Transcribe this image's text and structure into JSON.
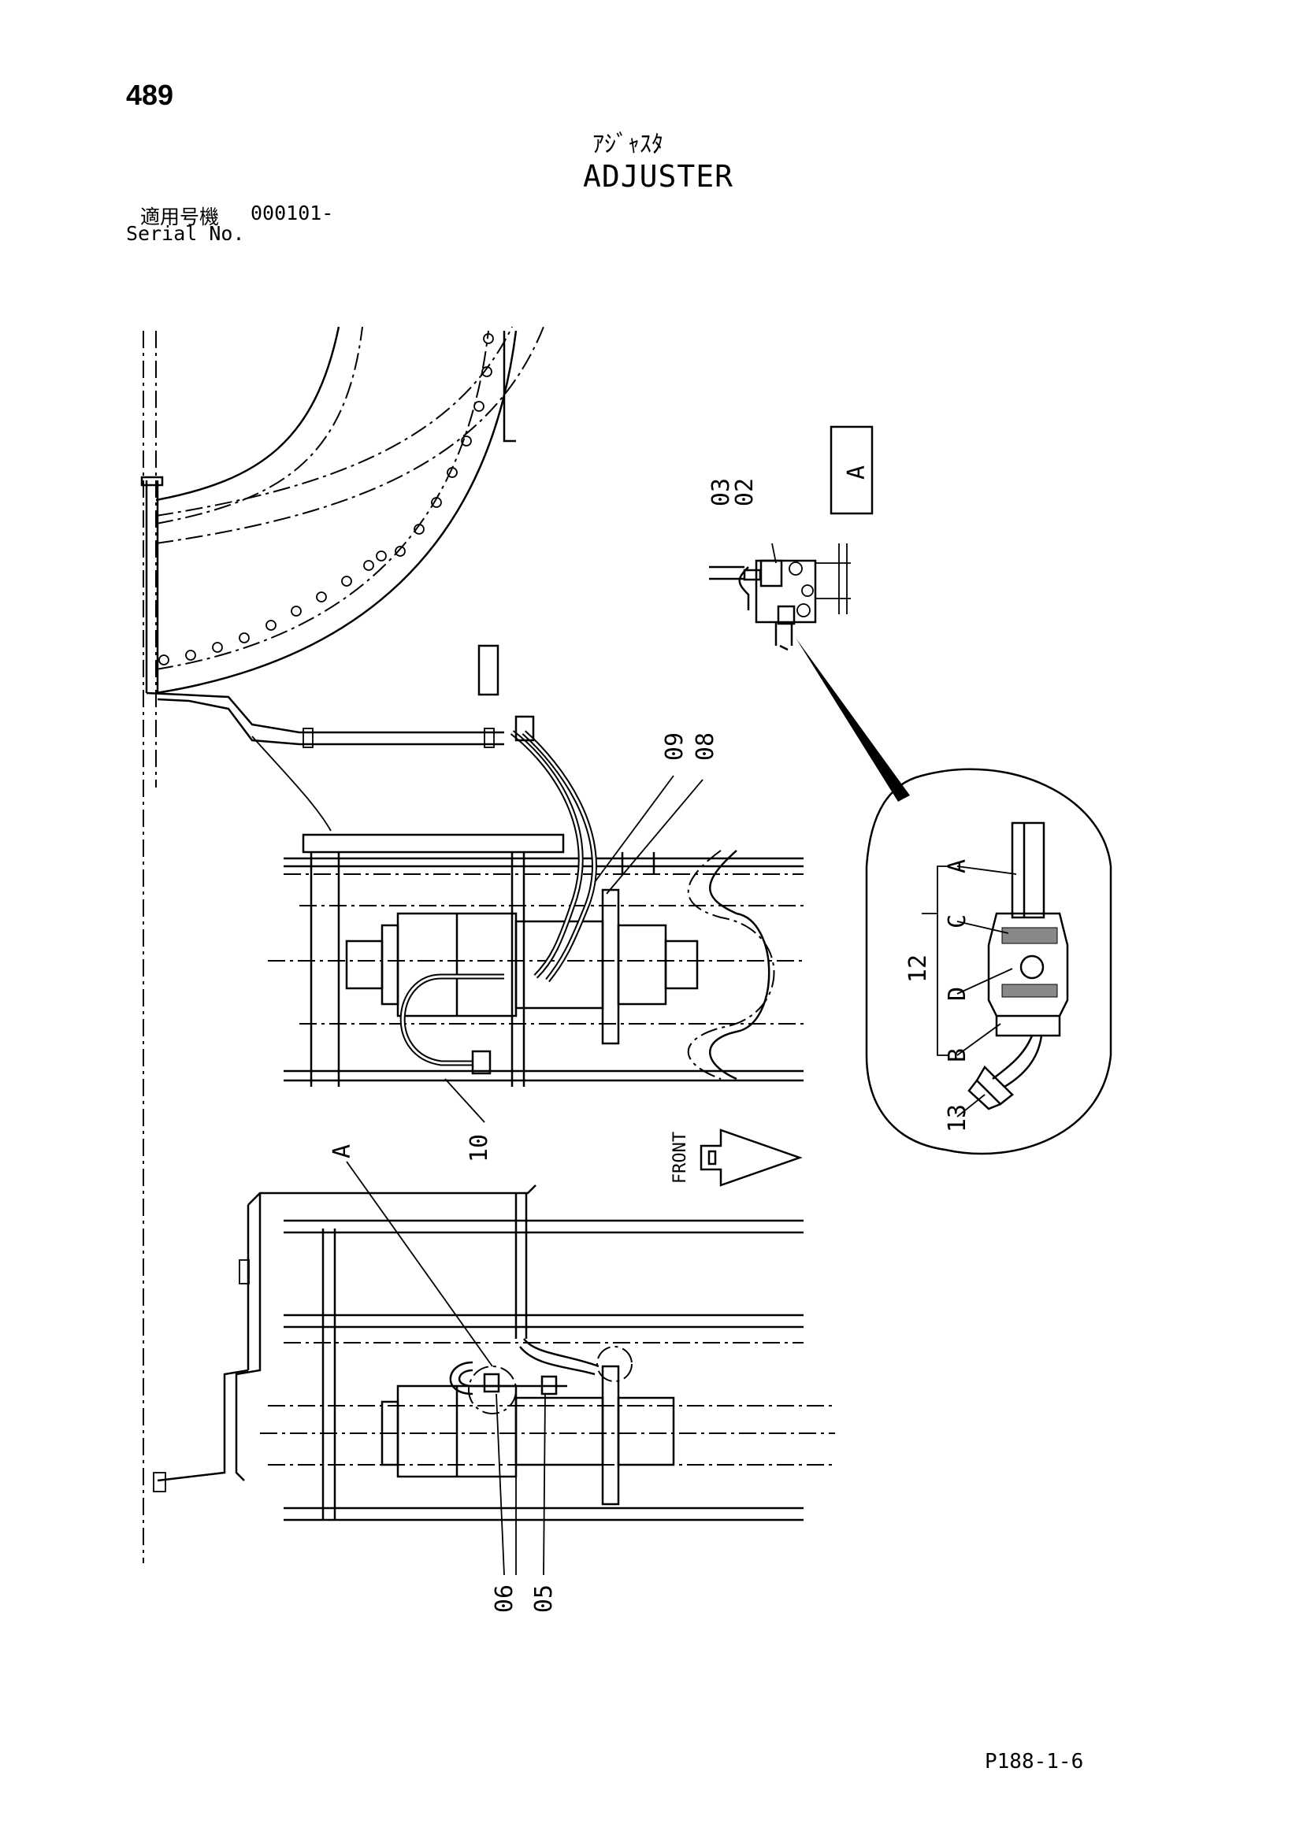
{
  "header": {
    "page_number": "489",
    "title_jp": "ｱｼﾞｬｽﾀ",
    "title_en": "ADJUSTER",
    "serial_label_jp": "適用号機",
    "serial_value": "000101-",
    "serial_label_en": "Serial No."
  },
  "callouts": {
    "view_a_box": "A",
    "view_a_ref": "A",
    "p02": "02",
    "p03": "03",
    "p05": "05",
    "p06": "06",
    "p08": "08",
    "p09": "09",
    "p10": "10",
    "p12": "12",
    "p13": "13",
    "detail_a": "A",
    "detail_b": "B",
    "detail_c": "C",
    "detail_d": "D",
    "front": "FRONT"
  },
  "footer": {
    "page_code": "P188-1-6"
  }
}
